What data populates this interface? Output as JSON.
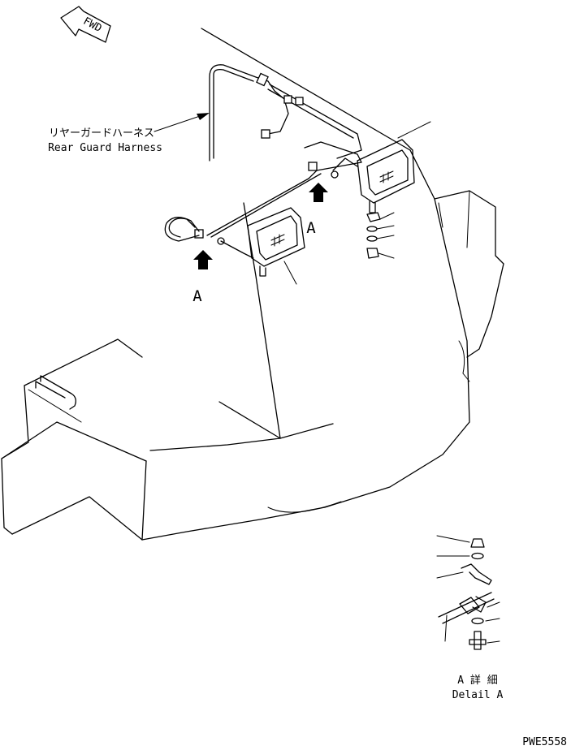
{
  "fwd_label": "FWD",
  "labels": {
    "harness_jp": "リヤーガードハーネス",
    "harness_en": "Rear Guard Harness",
    "view_a_left": "A",
    "view_a_right": "A",
    "detail_jp": "A 詳 細",
    "detail_en": "Delail A"
  },
  "drawing_number": "PWE5558"
}
